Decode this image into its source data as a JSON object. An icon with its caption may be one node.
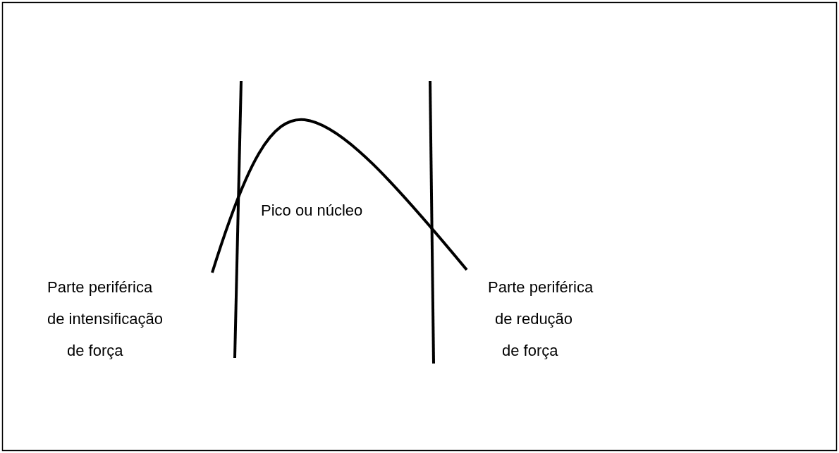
{
  "diagram": {
    "labels": [
      "Pico ou núcleo",
      "Parte periférica de intensificação de força",
      "Parte periférica de redução de força"
    ]
  }
}
